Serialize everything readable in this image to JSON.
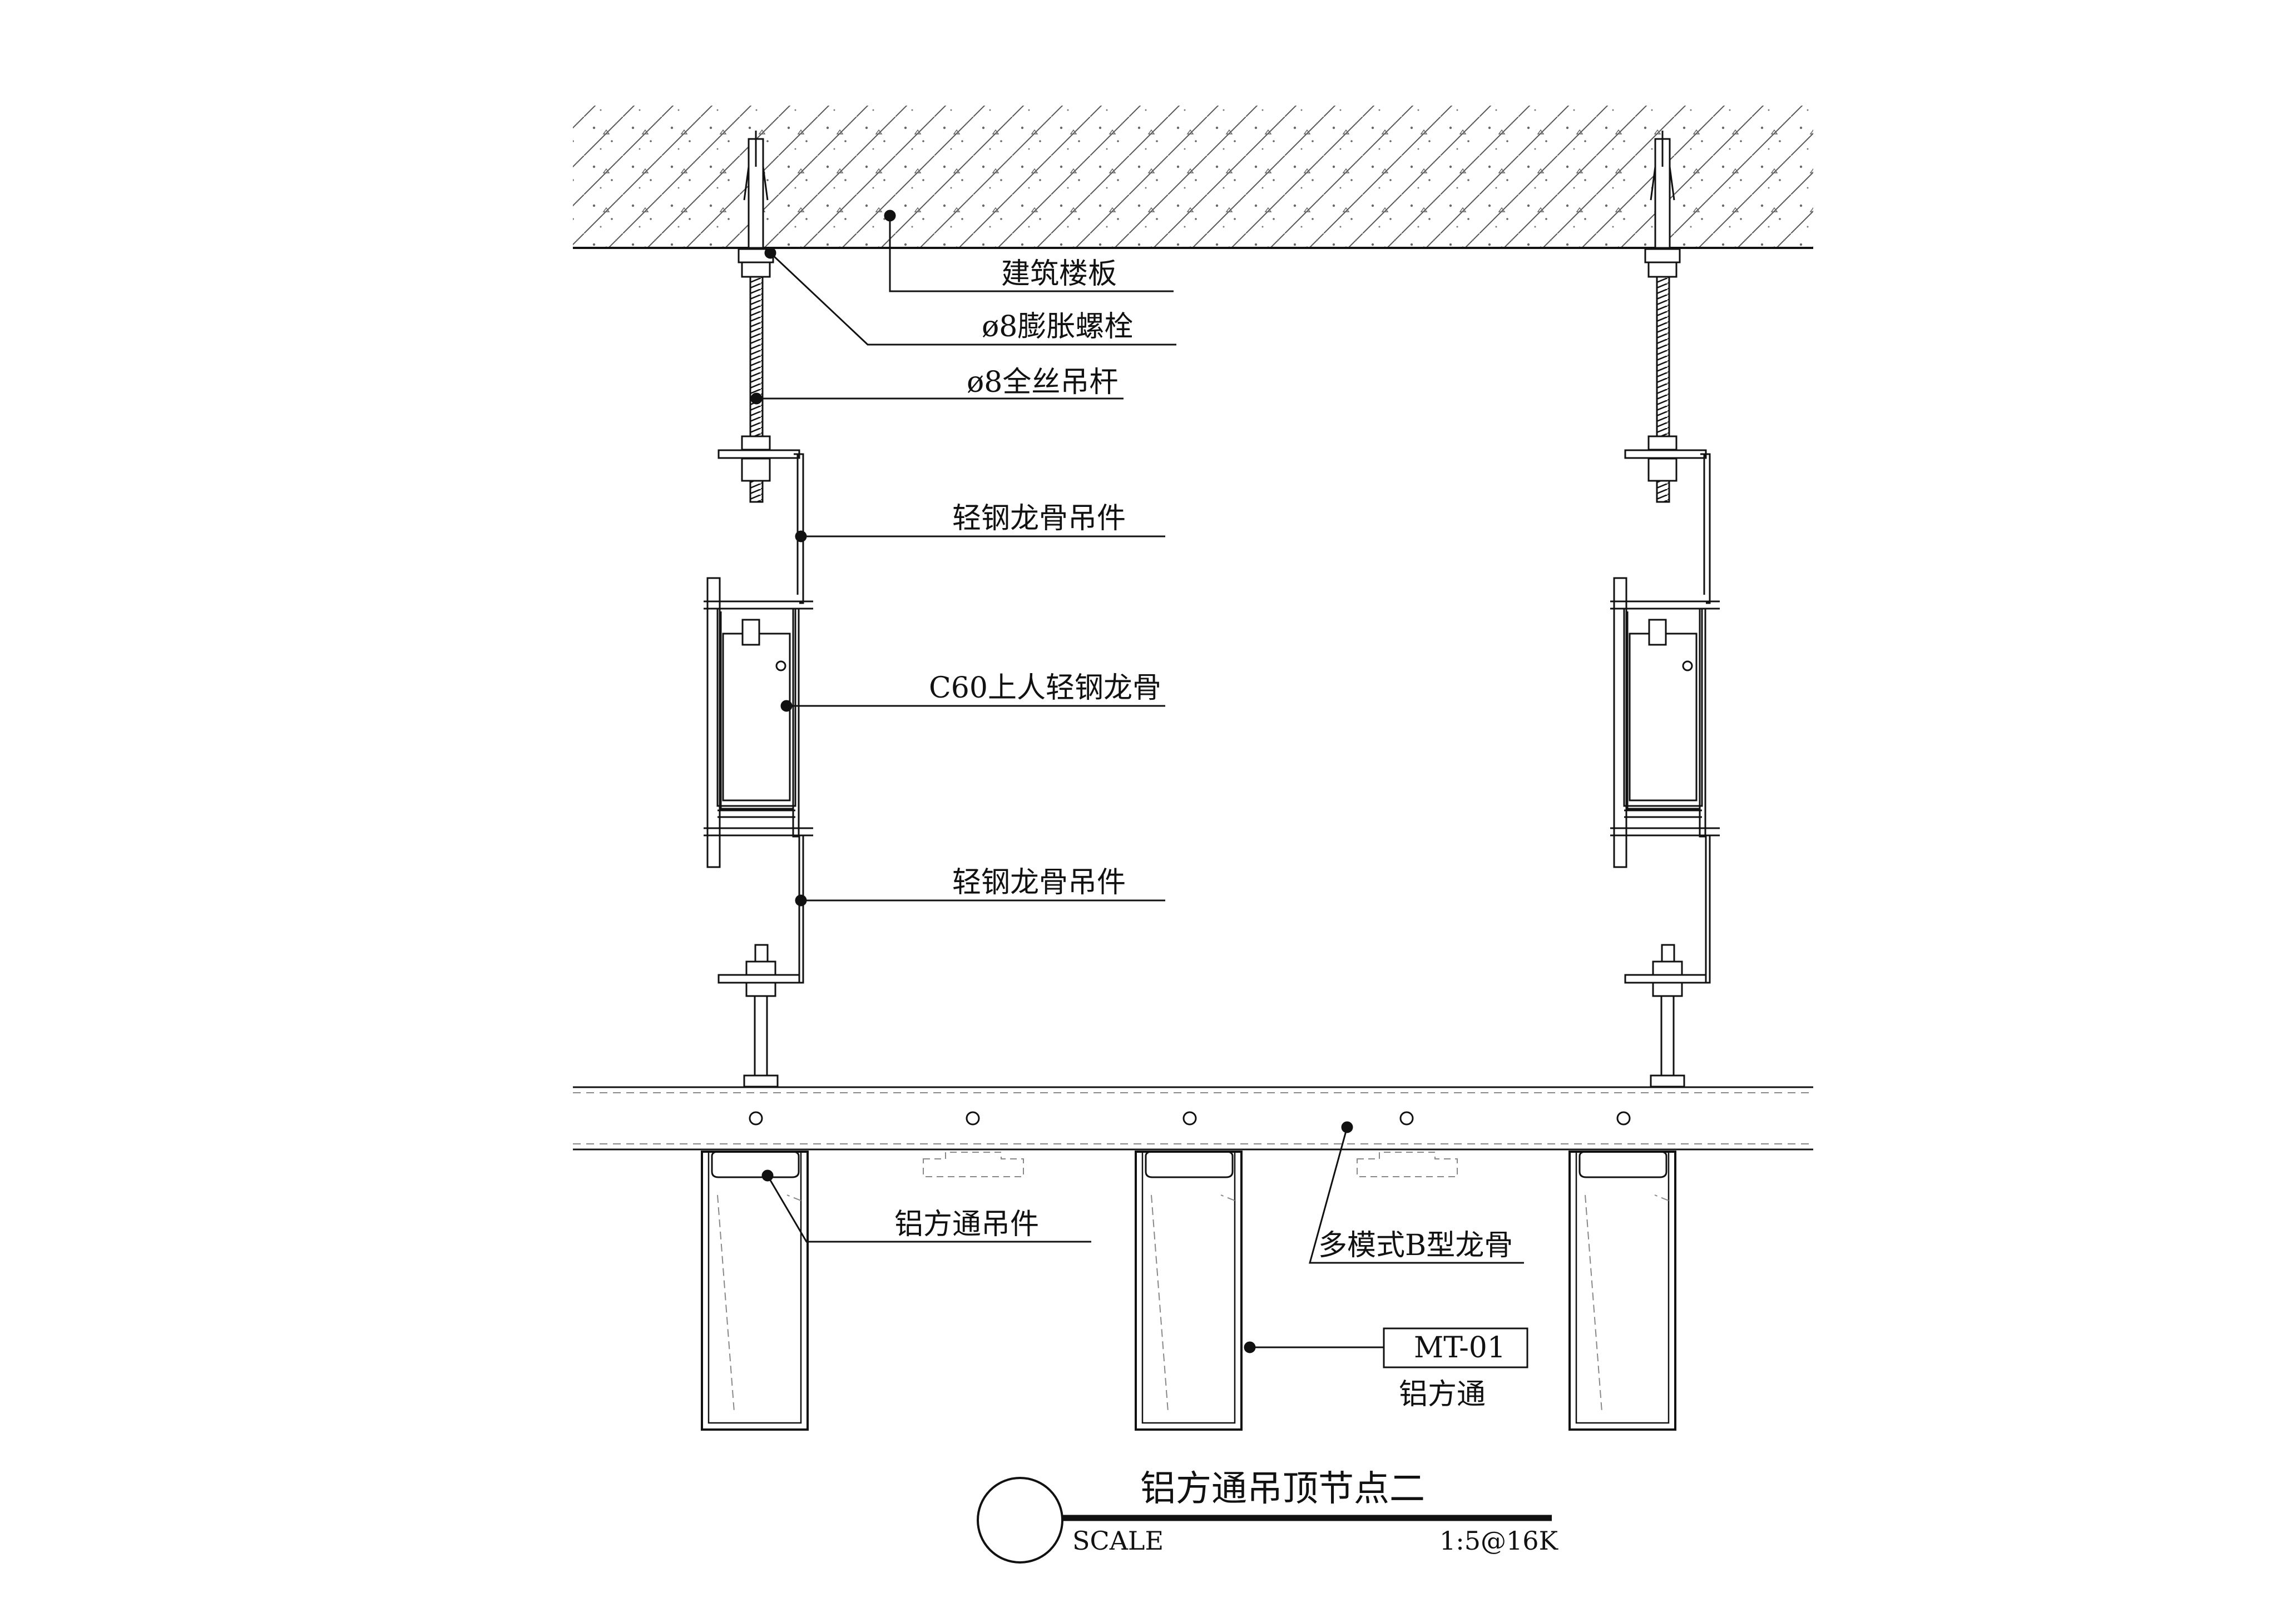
{
  "drawing": {
    "title": "铝方通吊顶节点二",
    "scale_label": "SCALE",
    "scale_value": "1:5@16K"
  },
  "callouts": {
    "floor_slab": "建筑楼板",
    "expansion_bolt": "ø8膨胀螺栓",
    "threaded_rod": "ø8全丝吊杆",
    "hanger_upper": "轻钢龙骨吊件",
    "c60_channel": "C60上人轻钢龙骨",
    "hanger_lower": "轻钢龙骨吊件",
    "baffle_hanger": "铝方通吊件",
    "b_keel": "多模式B型龙骨",
    "material_tag": "MT-01",
    "material_name": "铝方通"
  },
  "colors": {
    "line": "#111111",
    "hatch": "#555555",
    "dashed": "#888888",
    "background": "#ffffff"
  }
}
